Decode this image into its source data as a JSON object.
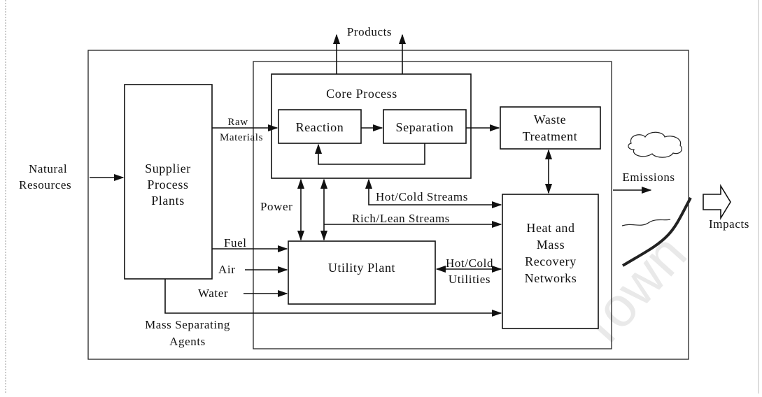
{
  "blocks": {
    "supplier": [
      "Supplier",
      "Process",
      "Plants"
    ],
    "core_process": "Core Process",
    "reaction": "Reaction",
    "separation": "Separation",
    "waste_treatment": [
      "Waste",
      "Treatment"
    ],
    "utility_plant": "Utility Plant",
    "heat_mass": [
      "Heat and",
      "Mass",
      "Recovery",
      "Networks"
    ]
  },
  "flows": {
    "natural_resources": [
      "Natural",
      "Resources"
    ],
    "raw_materials": [
      "Raw",
      "Materials"
    ],
    "products": "Products",
    "power": "Power",
    "hot_cold_streams": "Hot/Cold Streams",
    "rich_lean_streams": "Rich/Lean Streams",
    "fuel": "Fuel",
    "air": "Air",
    "water": "Water",
    "hot_cold_utilities": [
      "Hot/Cold",
      "Utilities"
    ],
    "mass_separating_agents": [
      "Mass Separating",
      "Agents"
    ],
    "emissions": "Emissions",
    "impacts": "Impacts"
  },
  "watermark": "Town"
}
